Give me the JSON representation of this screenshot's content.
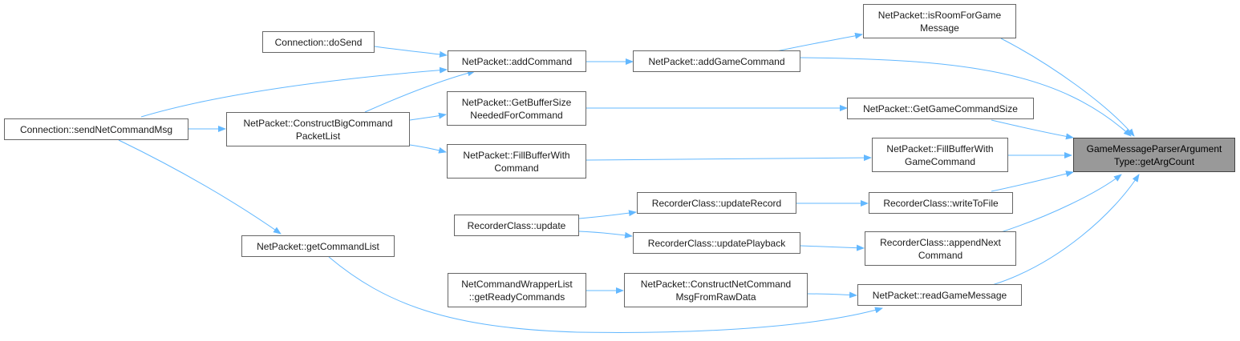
{
  "colors": {
    "edge": "#63b8ff",
    "node_border": "#666666",
    "root_fill": "#999999"
  },
  "nodes": [
    {
      "id": "root",
      "lines": [
        "GameMessageParserArgument",
        "Type::getArgCount"
      ],
      "root": true
    },
    {
      "id": "isroom",
      "lines": [
        "NetPacket::isRoomForGame",
        "Message"
      ]
    },
    {
      "id": "doSend",
      "lines": [
        "Connection::doSend"
      ]
    },
    {
      "id": "addCommand",
      "lines": [
        "NetPacket::addCommand"
      ]
    },
    {
      "id": "addGameCommand",
      "lines": [
        "NetPacket::addGameCommand"
      ]
    },
    {
      "id": "getBufferSize",
      "lines": [
        "NetPacket::GetBufferSize",
        "NeededForCommand"
      ]
    },
    {
      "id": "getGameCmdSize",
      "lines": [
        "NetPacket::GetGameCommandSize"
      ]
    },
    {
      "id": "sendNetCmd",
      "lines": [
        "Connection::sendNetCommandMsg"
      ]
    },
    {
      "id": "constructBig",
      "lines": [
        "NetPacket::ConstructBigCommand",
        "PacketList"
      ]
    },
    {
      "id": "fillBufCmd",
      "lines": [
        "NetPacket::FillBufferWith",
        "Command"
      ]
    },
    {
      "id": "fillBufGame",
      "lines": [
        "NetPacket::FillBufferWith",
        "GameCommand"
      ]
    },
    {
      "id": "updateRecord",
      "lines": [
        "RecorderClass::updateRecord"
      ]
    },
    {
      "id": "writeToFile",
      "lines": [
        "RecorderClass::writeToFile"
      ]
    },
    {
      "id": "recUpdate",
      "lines": [
        "RecorderClass::update"
      ]
    },
    {
      "id": "updatePlayback",
      "lines": [
        "RecorderClass::updatePlayback"
      ]
    },
    {
      "id": "appendNext",
      "lines": [
        "RecorderClass::appendNext",
        "Command"
      ]
    },
    {
      "id": "getCmdList",
      "lines": [
        "NetPacket::getCommandList"
      ]
    },
    {
      "id": "getReady",
      "lines": [
        "NetCommandWrapperList",
        "::getReadyCommands"
      ]
    },
    {
      "id": "constructNet",
      "lines": [
        "NetPacket::ConstructNetCommand",
        "MsgFromRawData"
      ]
    },
    {
      "id": "readGame",
      "lines": [
        "NetPacket::readGameMessage"
      ]
    }
  ],
  "edges": [
    {
      "from": "isroom",
      "to": "root"
    },
    {
      "from": "addGameCommand",
      "to": "root"
    },
    {
      "from": "getGameCmdSize",
      "to": "root"
    },
    {
      "from": "fillBufGame",
      "to": "root"
    },
    {
      "from": "writeToFile",
      "to": "root"
    },
    {
      "from": "appendNext",
      "to": "root"
    },
    {
      "from": "readGame",
      "to": "root"
    },
    {
      "from": "addGameCommand",
      "to": "isroom"
    },
    {
      "from": "addCommand",
      "to": "addGameCommand"
    },
    {
      "from": "doSend",
      "to": "addCommand"
    },
    {
      "from": "sendNetCmd",
      "to": "addCommand"
    },
    {
      "from": "constructBig",
      "to": "addCommand"
    },
    {
      "from": "getBufferSize",
      "to": "getGameCmdSize"
    },
    {
      "from": "constructBig",
      "to": "getBufferSize"
    },
    {
      "from": "sendNetCmd",
      "to": "constructBig"
    },
    {
      "from": "fillBufCmd",
      "to": "fillBufGame"
    },
    {
      "from": "constructBig",
      "to": "fillBufCmd"
    },
    {
      "from": "updateRecord",
      "to": "writeToFile"
    },
    {
      "from": "recUpdate",
      "to": "updateRecord"
    },
    {
      "from": "recUpdate",
      "to": "updatePlayback"
    },
    {
      "from": "updatePlayback",
      "to": "appendNext"
    },
    {
      "from": "sendNetCmd",
      "to": "getCmdList"
    },
    {
      "from": "getCmdList",
      "to": "readGame"
    },
    {
      "from": "getReady",
      "to": "constructNet"
    },
    {
      "from": "constructNet",
      "to": "readGame"
    }
  ]
}
